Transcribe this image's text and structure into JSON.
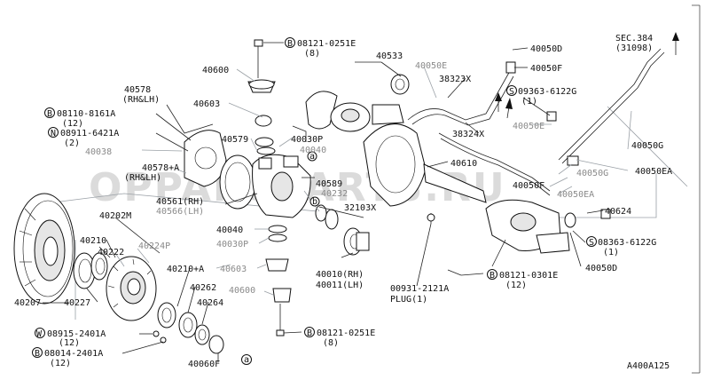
{
  "diagram_code": "A400A125",
  "watermark": "OPPANSPARTS.RU",
  "labels": {
    "l40600": "40600",
    "bolt_top": "08121-0251E",
    "bolt_top_qty": "(8)",
    "l40533": "40533",
    "l40050E": "40050E",
    "l38323x": "38323X",
    "l40050D_top": "40050D",
    "l40050F_top": "40050F",
    "sec": "SEC.384",
    "sec_ref": "(31098)",
    "l40578": "40578",
    "l40578_side": "(RH&LH)",
    "l40603_top": "40603",
    "bolt_8161": "08110-8161A",
    "bolt_8161_qty": "(12)",
    "nut_6421": "08911-6421A",
    "nut_6421_qty": "(2)",
    "l40038": "40038",
    "l40579": "40579",
    "l40030P_top": "40030P",
    "l40040_top": "40040",
    "screw_6122_top": "09363-6122G",
    "screw_6122_top_qty": "(1)",
    "l38324x": "38324X",
    "l40050E_mid": "40050E",
    "l40050G_r": "40050G",
    "l40050EA_r": "40050EA",
    "l40578A": "40578+A",
    "l40578A_side": "(RH&LH)",
    "l40610": "40610",
    "l40050G_m": "40050G",
    "l40050F_m": "40050F",
    "l40050EA_m": "40050EA",
    "l40589": "40589",
    "l40232": "40232",
    "l40561": "40561(RH)",
    "l40566": "40566(LH)",
    "l32103x": "32103X",
    "l40624": "40624",
    "l40202m": "40202M",
    "l40040_mid": "40040",
    "l40030P_mid": "40030P",
    "screw_6122_bot": "08363-6122G",
    "screw_6122_bot_qty": "(1)",
    "l40210": "40210",
    "l40222": "40222",
    "l40224P": "40224P",
    "l40210A": "40210+A",
    "l40603_mid": "40603",
    "l40050D_bot": "40050D",
    "l40010": "40010(RH)",
    "l40011": "40011(LH)",
    "bolt_0301": "08121-0301E",
    "bolt_0301_qty": "(12)",
    "l40262": "40262",
    "l40600_low": "40600",
    "plug_part": "00931-2121A",
    "plug_text": "PLUG(1)",
    "l40207": "40207",
    "l40227": "40227",
    "l40264": "40264",
    "washer_2401": "08915-2401A",
    "washer_2401_qty": "(12)",
    "bolt_bot": "08121-0251E",
    "bolt_bot_qty": "(8)",
    "nut_2401": "08014-2401A",
    "nut_2401_qty": "(12)",
    "l40060F": "40060F",
    "marker_a": "a",
    "marker_b": "b",
    "marker_a2": "a"
  },
  "prefixes": {
    "B": "B",
    "N": "N",
    "S": "S",
    "W": "W"
  }
}
